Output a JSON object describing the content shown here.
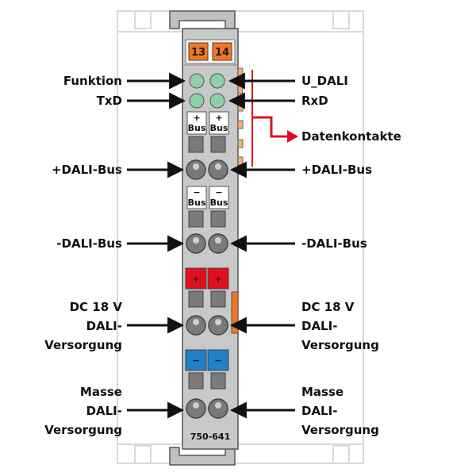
{
  "module": {
    "number": "750-641",
    "led_numbers": [
      "13",
      "14"
    ],
    "bus_labels": {
      "plus": "+",
      "minus": "−",
      "bus": "Bus"
    },
    "pot_labels": {
      "plus": "+",
      "minus": "−"
    }
  },
  "labels_left": {
    "funktion": "Funktion",
    "txd": "TxD",
    "dali_bus_plus": "+DALI-Bus",
    "dali_bus_minus": "-DALI-Bus",
    "dc_line1": "DC 18 V",
    "dc_line2": "DALI-",
    "dc_line3": "Versorgung",
    "masse_line1": "Masse",
    "masse_line2": "DALI-",
    "masse_line3": "Versorgung"
  },
  "labels_right": {
    "u_dali": "U_DALI",
    "rxd": "RxD",
    "datenkontakte": "Datenkontakte",
    "dali_bus_plus": "+DALI-Bus",
    "dali_bus_minus": "-DALI-Bus",
    "dc_line1": "DC 18 V",
    "dc_line2": "DALI-",
    "dc_line3": "Versorgung",
    "masse_line1": "Masse",
    "masse_line2": "DALI-",
    "masse_line3": "Versorgung"
  },
  "colors": {
    "module_body": "#c8c8c8",
    "led_green": "#8fcfa8",
    "orange": "#f07820",
    "red": "#e01020",
    "blue": "#2080c8",
    "arrow_red": "#e01020",
    "outline": "#d9d9d9"
  }
}
